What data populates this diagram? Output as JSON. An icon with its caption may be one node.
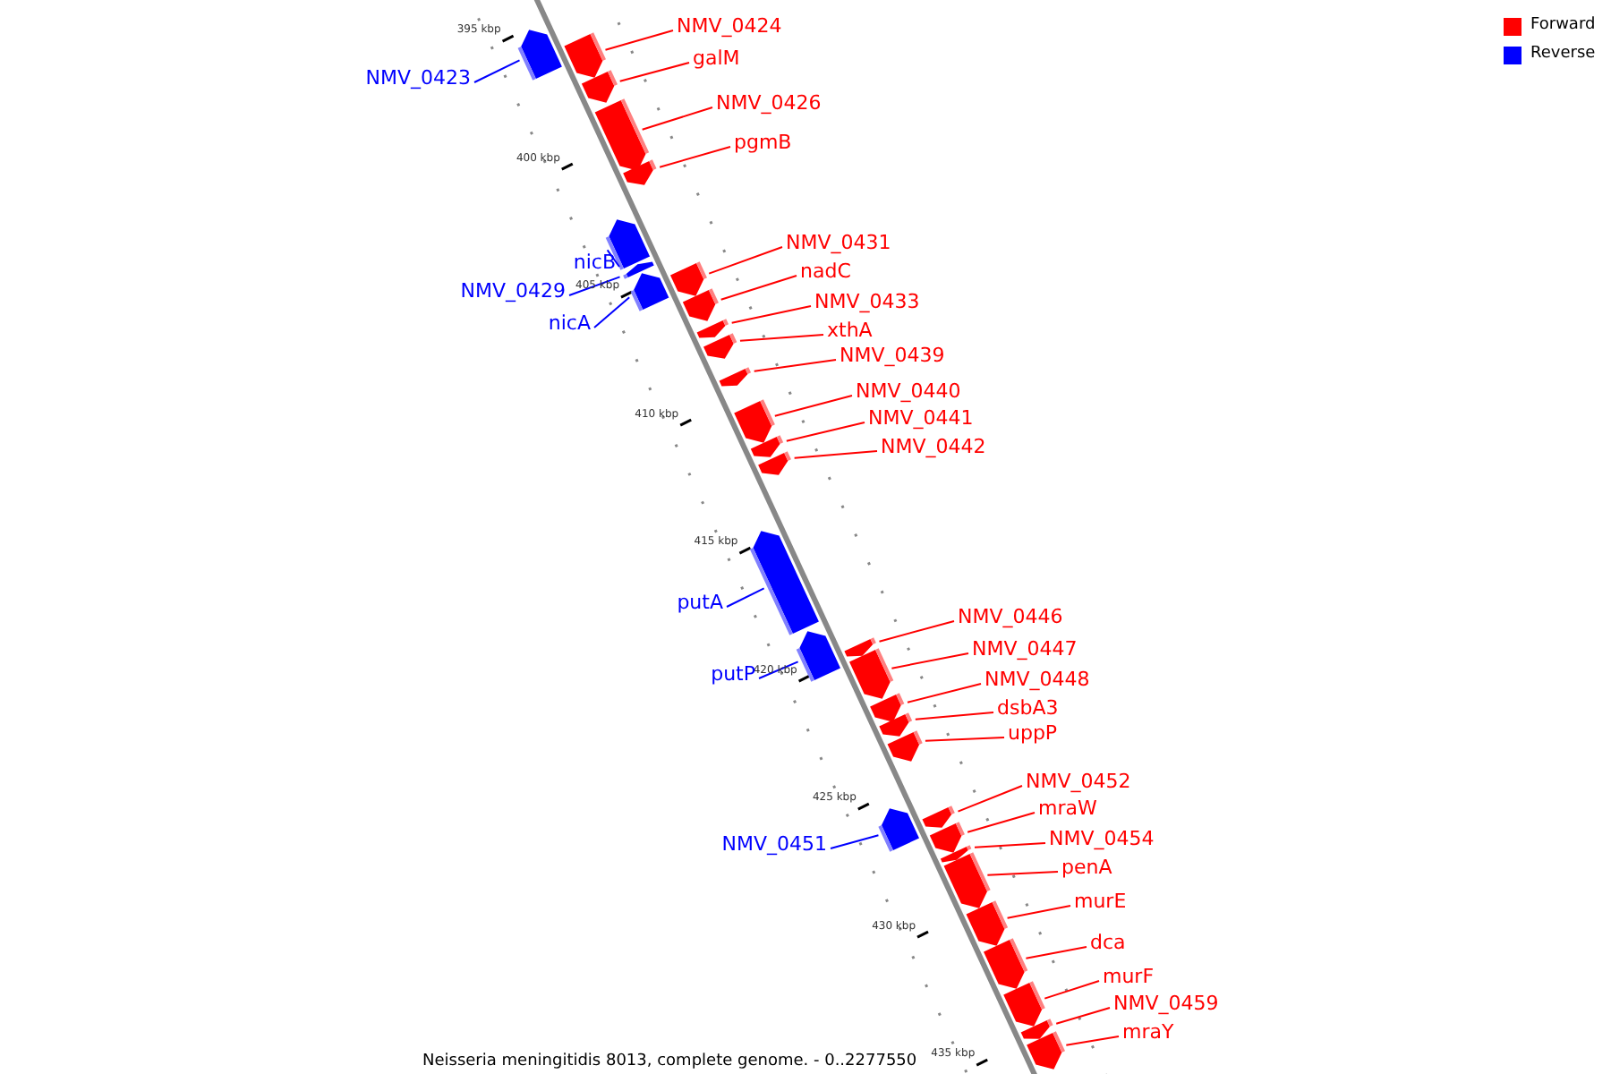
{
  "diagram": {
    "caption": "Neisseria meningitidis 8013, complete genome. - 0..2277550",
    "nodes": [
      {
        "text": [
          "NMV_0423"
        ]
      },
      {
        "text": [],
        "shape": "arrow"
      },
      {
        "text": [
          "NMV_0424"
        ]
      },
      {
        "text": [],
        "shape": "arrow"
      },
      {
        "text": [
          "galM"
        ]
      },
      {
        "text": [],
        "shape": "arrow"
      },
      {
        "text": [
          "NMV_0426"
        ]
      },
      {
        "text": [],
        "shape": "arrow"
      },
      {
        "text": [
          "pgmB"
        ]
      },
      {
        "text": [],
        "shape": "arrow"
      },
      {
        "text": [
          "NMV_0431"
        ]
      },
      {
        "text": [],
        "shape": "arrow"
      },
      {
        "text": [
          "nicB"
        ]
      },
      {
        "text": [],
        "shape": "arrow"
      },
      {
        "text": [
          "nadC"
        ]
      },
      {
        "text": [],
        "shape": "arrow"
      },
      {
        "text": [
          "NMV_0429"
        ]
      },
      {
        "text": [],
        "shape": "arrow"
      },
      {
        "text": [
          "NMV_0433"
        ]
      },
      {
        "text": [],
        "shape": "arrow"
      },
      {
        "text": [
          "nicA"
        ]
      },
      {
        "text": [],
        "shape": "arrow"
      },
      {
        "text": [
          "xthA"
        ]
      },
      {
        "text": [],
        "shape": "arrow"
      },
      {
        "text": [
          "NMV_0439"
        ]
      },
      {
        "text": [],
        "shape": "arrow"
      },
      {
        "text": [
          "NMV_0440"
        ]
      },
      {
        "text": [],
        "shape": "arrow"
      },
      {
        "text": [
          "NMV_0441"
        ]
      },
      {
        "text": [],
        "shape": "arrow"
      },
      {
        "text": [
          "NMV_0442"
        ]
      },
      {
        "text": [],
        "shape": "arrow"
      },
      {
        "text": [
          "putA"
        ]
      },
      {
        "text": [],
        "shape": "arrow"
      },
      {
        "text": [
          "NMV_0446"
        ]
      },
      {
        "text": [],
        "shape": "arrow"
      },
      {
        "text": [
          "NMV_0447"
        ]
      },
      {
        "text": [],
        "shape": "arrow"
      },
      {
        "text": [
          "putP"
        ]
      },
      {
        "text": [],
        "shape": "arrow"
      },
      {
        "text": [
          "NMV_0448"
        ]
      },
      {
        "text": [],
        "shape": "arrow"
      },
      {
        "text": [
          "dsbA3"
        ]
      },
      {
        "text": [],
        "shape": "arrow"
      },
      {
        "text": [
          "uppP"
        ]
      },
      {
        "text": [],
        "shape": "arrow"
      },
      {
        "text": [
          "NMV_0452"
        ]
      },
      {
        "text": [],
        "shape": "arrow"
      },
      {
        "text": [
          "mraW"
        ]
      },
      {
        "text": [],
        "shape": "arrow"
      },
      {
        "text": [
          "NMV_0454"
        ]
      },
      {
        "text": [],
        "shape": "arrow"
      },
      {
        "text": [
          "NMV_0451"
        ]
      },
      {
        "text": [],
        "shape": "arrow"
      },
      {
        "text": [
          "penA"
        ]
      },
      {
        "text": [],
        "shape": "arrow"
      },
      {
        "text": [
          "murE"
        ]
      },
      {
        "text": [],
        "shape": "arrow"
      },
      {
        "text": [
          "dca"
        ]
      },
      {
        "text": [],
        "shape": "arrow"
      },
      {
        "text": [
          "murF"
        ]
      },
      {
        "text": [],
        "shape": "arrow"
      },
      {
        "text": [
          "NMV_0459"
        ]
      },
      {
        "text": [],
        "shape": "arrow"
      },
      {
        "text": [
          "mraY"
        ]
      },
      {
        "text": [],
        "shape": "arrow"
      }
    ],
    "edges": [
      {
        "from": 0,
        "to": 1,
        "arrow": "none",
        "color": "#0000ff"
      },
      {
        "from": 2,
        "to": 3,
        "arrow": "none"
      },
      {
        "from": 4,
        "to": 5,
        "arrow": "none"
      },
      {
        "from": 6,
        "to": 7,
        "arrow": "none"
      },
      {
        "from": 8,
        "to": 9,
        "arrow": "none"
      },
      {
        "from": 10,
        "to": 11,
        "arrow": "none"
      },
      {
        "from": 12,
        "to": 13,
        "arrow": "none",
        "color": "#0000ff"
      },
      {
        "from": 14,
        "to": 15,
        "arrow": "none"
      },
      {
        "from": 16,
        "to": 17,
        "arrow": "none",
        "color": "#0000ff"
      },
      {
        "from": 18,
        "to": 19,
        "arrow": "none"
      },
      {
        "from": 20,
        "to": 21,
        "arrow": "none",
        "color": "#0000ff"
      },
      {
        "from": 22,
        "to": 23,
        "arrow": "none"
      },
      {
        "from": 24,
        "to": 25,
        "arrow": "none"
      },
      {
        "from": 26,
        "to": 27,
        "arrow": "none"
      },
      {
        "from": 28,
        "to": 29,
        "arrow": "none"
      },
      {
        "from": 30,
        "to": 31,
        "arrow": "none"
      },
      {
        "from": 32,
        "to": 33,
        "arrow": "none",
        "color": "#0000ff"
      },
      {
        "from": 34,
        "to": 35,
        "arrow": "none"
      },
      {
        "from": 36,
        "to": 37,
        "arrow": "none"
      },
      {
        "from": 38,
        "to": 39,
        "arrow": "none",
        "color": "#0000ff"
      },
      {
        "from": 40,
        "to": 41,
        "arrow": "none"
      },
      {
        "from": 42,
        "to": 43,
        "arrow": "none"
      },
      {
        "from": 44,
        "to": 45,
        "arrow": "none"
      },
      {
        "from": 46,
        "to": 47,
        "arrow": "none"
      },
      {
        "from": 48,
        "to": 49,
        "arrow": "none"
      },
      {
        "from": 50,
        "to": 51,
        "arrow": "none"
      },
      {
        "from": 52,
        "to": 53,
        "arrow": "none",
        "color": "#0000ff"
      },
      {
        "from": 54,
        "to": 55,
        "arrow": "none"
      },
      {
        "from": 56,
        "to": 57,
        "arrow": "none"
      },
      {
        "from": 58,
        "to": 59,
        "arrow": "none"
      },
      {
        "from": 60,
        "to": 61,
        "arrow": "none"
      },
      {
        "from": 62,
        "to": 63,
        "arrow": "none"
      },
      {
        "from": 64,
        "to": 65,
        "arrow": "none"
      }
    ],
    "labels": [
      "395 kbp",
      "400 kbp",
      "405 kbp",
      "410 kbp",
      "415 kbp",
      "420 kbp",
      "425 kbp",
      "430 kbp",
      "435 kbp"
    ],
    "legend": [
      {
        "text": "Forward",
        "color": "#ff0000"
      },
      {
        "text": "Reverse",
        "color": "#0000ff"
      }
    ]
  }
}
